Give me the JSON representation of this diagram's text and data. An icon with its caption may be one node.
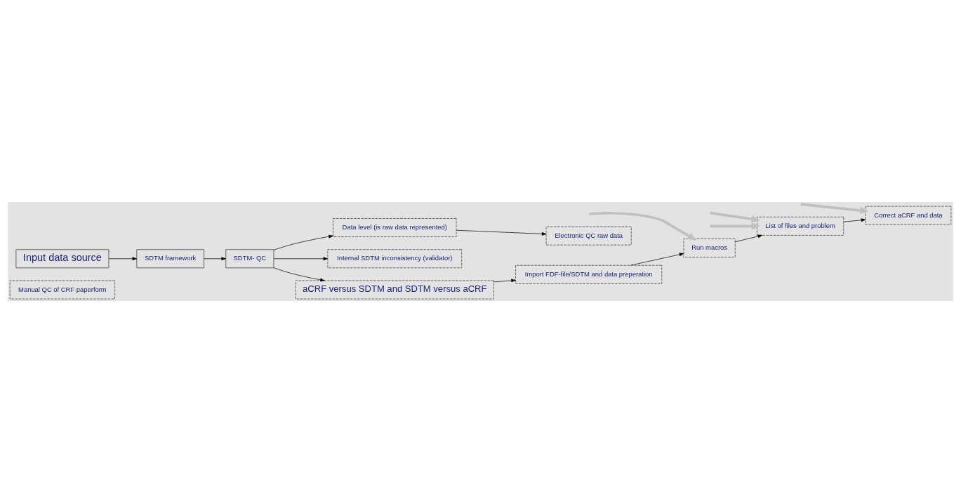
{
  "diagram": {
    "nodes": [
      {
        "text": [
          "Manual QC of CRF paperform"
        ]
      },
      {
        "text": [
          "Data level (is raw data represented)"
        ]
      },
      {
        "text": [
          "Electronic QC raw data"
        ]
      },
      {
        "text": [
          "SDTM- QC"
        ]
      },
      {
        "text": [
          "Internal SDTM inconsistency (validator)"
        ]
      },
      {
        "text": [
          "aCRF versus SDTM and SDTM versus aCRF"
        ]
      },
      {
        "text": [
          "SDTM framework"
        ]
      },
      {
        "text": [
          "Import FDF-file/SDTM and data preperation"
        ]
      },
      {
        "text": [
          "Input data source"
        ]
      },
      {
        "text": [
          "Run macros"
        ]
      },
      {
        "text": [
          "List of files and problem"
        ]
      },
      {
        "text": [
          "Correct aCRF and data"
        ]
      }
    ],
    "edges": [
      {
        "from": 3,
        "to": 1,
        "arrow": "to"
      },
      {
        "from": 1,
        "to": 2,
        "arrow": "to"
      },
      {
        "from": 3,
        "to": 4,
        "arrow": "to"
      },
      {
        "from": 3,
        "to": 5,
        "arrow": "to"
      },
      {
        "from": 6,
        "to": 3,
        "arrow": "to"
      },
      {
        "from": 8,
        "to": 6,
        "arrow": "to"
      },
      {
        "from": 5,
        "to": 7,
        "arrow": "to"
      },
      {
        "from": 7,
        "to": 9,
        "arrow": "to"
      },
      {
        "from": 9,
        "to": 10,
        "arrow": "to"
      },
      {
        "from": 10,
        "to": 11,
        "arrow": "to"
      },
      {
        "from": null,
        "to": 9,
        "arrow": "to",
        "style": "thick",
        "color": "#c0c0c0"
      },
      {
        "from": null,
        "to": 10,
        "arrow": "to",
        "style": "thick",
        "color": "#c0c0c0"
      },
      {
        "from": null,
        "to": 10,
        "arrow": "to",
        "style": "thick",
        "color": "#c0c0c0"
      },
      {
        "from": null,
        "to": 11,
        "arrow": "to",
        "style": "thick",
        "color": "#c0c0c0"
      }
    ]
  }
}
